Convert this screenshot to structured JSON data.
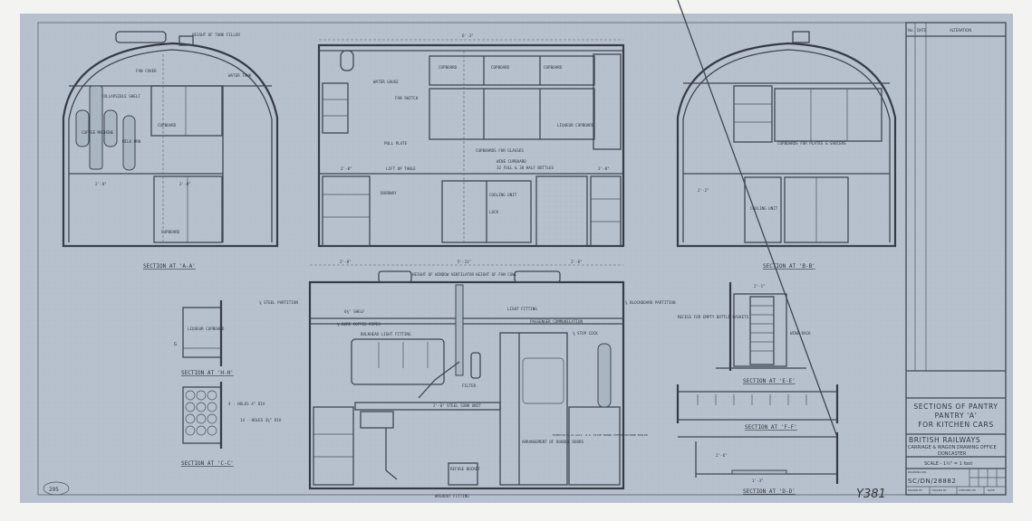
{
  "colors": {
    "paper": "#b7c1cd",
    "ink": "#3f4650",
    "background": "#f3f3f1"
  },
  "sheet_number": "295",
  "stamp": "Y381",
  "title_block": {
    "col_no": "No.",
    "col_date": "DATE",
    "col_alteration": "ALTERATION",
    "title_line1": "SECTIONS OF PANTRY",
    "title_line2": "PANTRY 'A'",
    "title_line3": "FOR KITCHEN CARS",
    "org_line1": "BRITISH RAILWAYS",
    "org_line2": "CARRIAGE & WAGON DRAWING OFFICE",
    "org_line3": "DONCASTER",
    "scale": "SCALE - 1½\" = 1 foot",
    "drawing_no_label": "DRAWING NO.",
    "drawing_no": "SC/DN/28882",
    "drawn_by": "DRAWN BY",
    "traced_by": "TRACED BY",
    "checked_by": "CHECKED BY",
    "date": "DATE"
  },
  "section_aa": {
    "label": "SECTION AT 'A-A'",
    "tank_filler": "HEIGHT OF TANK FILLER",
    "fan_cover": "FAN COVER",
    "water_tank": "WATER TANK",
    "shelf": "COLLAPSIBLE SHELF",
    "coffee_machine": "COFFEE MACHINE",
    "milk_urn": "MILK URN",
    "cupboard_upper": "CUPBOARD",
    "cupboard_lower": "CUPBOARD",
    "dim_width": "2'-0\"",
    "dim_mid": "2'-8\""
  },
  "elevation_upper": {
    "cupboard1": "CUPBOARD",
    "cupboard2": "CUPBOARD",
    "cupboard3": "CUPBOARD",
    "water_gauge": "WATER GAUGE",
    "fan_switch": "FAN SWITCH",
    "pull_plate": "PULL PLATE",
    "lift_table": "LIFT UP TABLE",
    "glasses": "CUPBOARDS FOR GLASSES",
    "wine_cupboard": "WINE CUPBOARD",
    "bottles": "32 FULL & 30 HALF BOTTLES",
    "doorway": "DOORWAY",
    "cooling_unit": "COOLING UNIT",
    "lock": "LOCK",
    "liqueur": "LIQUEUR CUPBOARD",
    "dim_overall": "6'-3\"",
    "dim_left": "2'-0\"",
    "dim_right": "2'-0\""
  },
  "section_bb": {
    "label": "SECTION AT 'B-B'",
    "plates": "CUPBOARDS FOR PLATES & SAUCERS",
    "cooling_unit": "COOLING UNIT",
    "dim": "2'-2\""
  },
  "elevation_lower": {
    "window_vent": "HEIGHT OF WINDOW VENTILATOR",
    "fan_cowl": "HEIGHT OF FAN COWL",
    "steel_partition": "⅜ STEEL PARTITION",
    "blockboard": "⅝ BLOCKBOARD PARTITION",
    "shelf": "6¾\" SHELF",
    "coffee_pipes": "⅝ BORE COFFEE PIPES",
    "bulkhead_light": "BULKHEAD LIGHT FITTING",
    "light_fitting": "LIGHT FITTING",
    "communication": "PASSENGER COMMUNICATION",
    "stop_cock": "⅜ STOP COCK",
    "filter": "FILTER",
    "sink": "2'-0\" STEEL SINK UNIT",
    "double_doors": "ARRANGEMENT OF DOUBLE DOORS",
    "boiler": "EXPRESSO & 12 GALL. U.S. PLATE BRAND COFFEE MACHINE BOILER",
    "refuse": "REFUSE BUCKET",
    "washout": "WASHOUT FITTING",
    "dim_overall": "5'-11\"",
    "dim_left": "2'-0\"",
    "dim_right": "2'-0\""
  },
  "section_hh": {
    "label": "SECTION AT 'H-H'",
    "liqueur": "LIQUEUR CUPBOARD",
    "cut": "G"
  },
  "section_cc": {
    "label": "SECTION AT 'C-C'",
    "holes4": "4 - HOLES 4\" DIA",
    "holes14": "14 - HOLES 3⅝\" DIA"
  },
  "section_ee": {
    "label": "SECTION AT 'E-E'",
    "recess": "RECESS FOR EMPTY BOTTLE BASKETS",
    "wine_rack": "WINE RACK",
    "dim": "2'-1\""
  },
  "section_ff": {
    "label": "SECTION AT 'F-F'"
  },
  "section_dd": {
    "label": "SECTION AT 'D-D'",
    "dim1": "2'-6\"",
    "dim2": "1'-3\""
  }
}
